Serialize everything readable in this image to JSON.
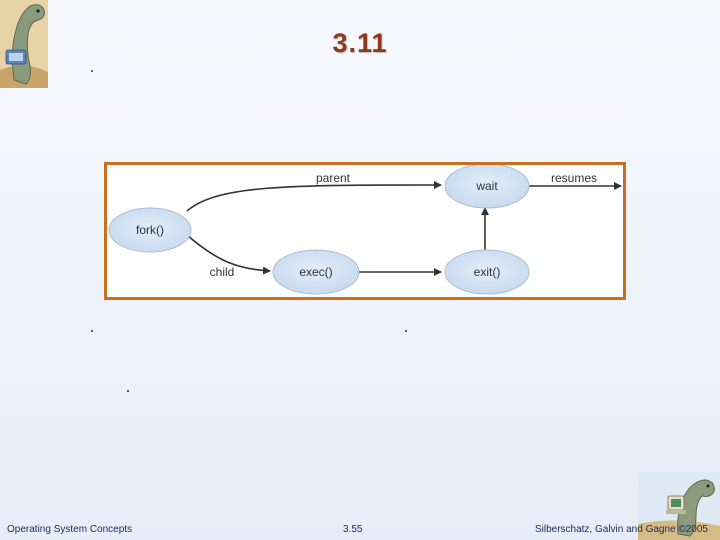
{
  "slide": {
    "title": "3.11"
  },
  "diagram": {
    "nodes": {
      "fork": "fork()",
      "wait": "wait",
      "exec": "exec()",
      "exit": "exit()"
    },
    "labels": {
      "parent": "parent",
      "child": "child",
      "resumes": "resumes"
    },
    "colors": {
      "node_fill": "#d3e3f4",
      "border": "#c8701e"
    }
  },
  "footer": {
    "left": "Operating System Concepts",
    "center": "3.55",
    "right": "Silberschatz, Galvin and Gagne ©2005"
  }
}
